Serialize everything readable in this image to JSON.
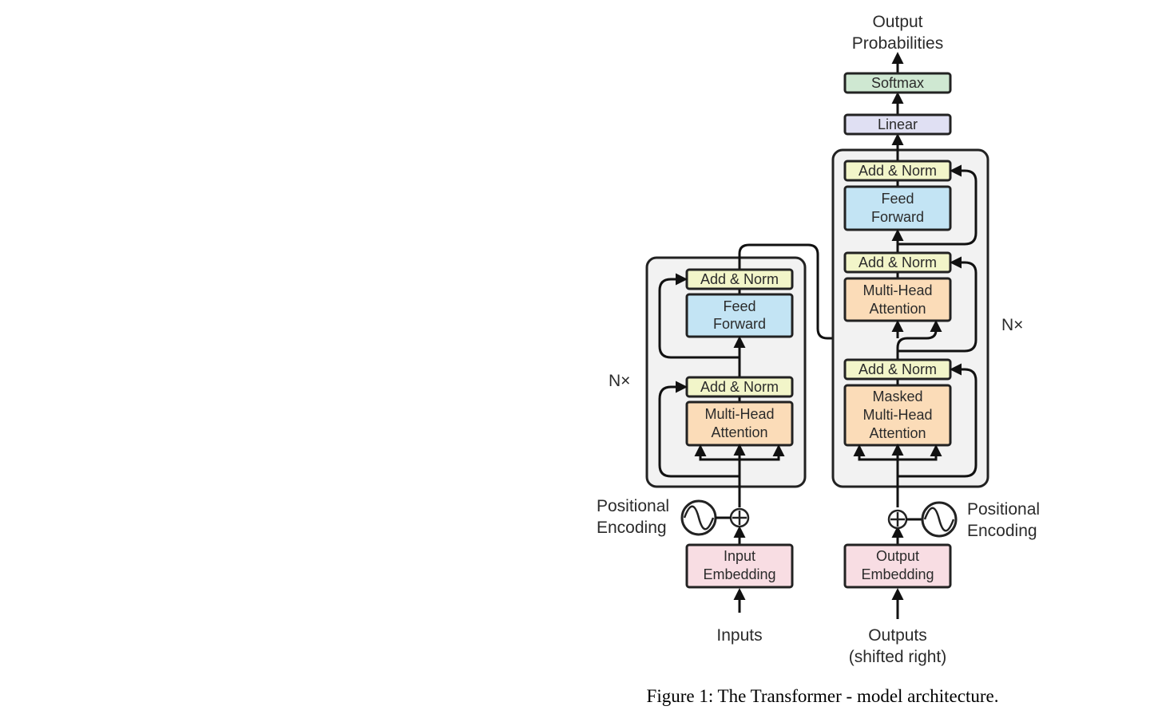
{
  "colors": {
    "stack_background": "#f2f2f2",
    "add_norm": "#f2f5c9",
    "feed_forward": "#c3e4f4",
    "attention": "#fbdcb8",
    "embedding": "#f8dde3",
    "linear": "#e0e0f3",
    "softmax": "#cfe8d2",
    "outline": "#222222"
  },
  "output_probabilities": [
    "Output",
    "Probabilities"
  ],
  "softmax": "Softmax",
  "linear": "Linear",
  "encoder": {
    "repeat": "N×",
    "add_norm_top": "Add & Norm",
    "feed_forward": [
      "Feed",
      "Forward"
    ],
    "add_norm_bottom": "Add & Norm",
    "attention": [
      "Multi-Head",
      "Attention"
    ],
    "positional_encoding": [
      "Positional",
      "Encoding"
    ],
    "embedding": [
      "Input",
      "Embedding"
    ],
    "input": "Inputs"
  },
  "decoder": {
    "repeat": "N×",
    "add_norm_top": "Add & Norm",
    "feed_forward": [
      "Feed",
      "Forward"
    ],
    "add_norm_mid": "Add & Norm",
    "cross_attention": [
      "Multi-Head",
      "Attention"
    ],
    "add_norm_bottom": "Add & Norm",
    "masked_attention": [
      "Masked",
      "Multi-Head",
      "Attention"
    ],
    "positional_encoding": [
      "Positional",
      "Encoding"
    ],
    "embedding": [
      "Output",
      "Embedding"
    ],
    "input": [
      "Outputs",
      "(shifted right)"
    ]
  },
  "caption": "Figure 1: The Transformer - model architecture."
}
